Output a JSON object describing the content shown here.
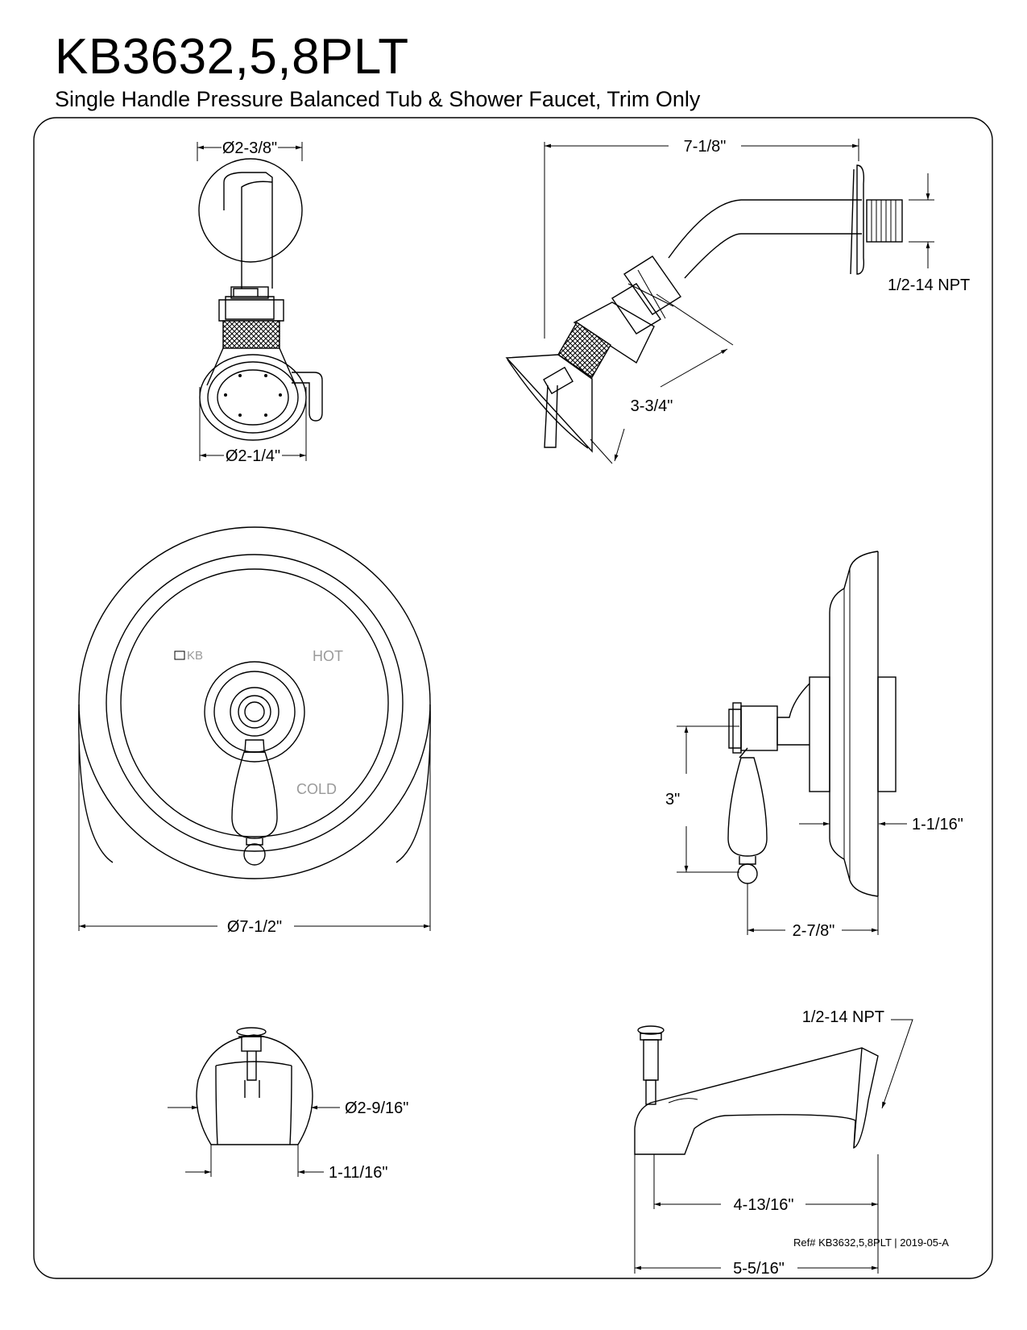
{
  "header": {
    "model": "KB3632,5,8PLT",
    "description": "Single Handle Pressure Balanced Tub & Shower Faucet, Trim Only"
  },
  "dimensions": {
    "showerhead_flange_dia": "Ø2-3/8\"",
    "showerhead_face_dia": "Ø2-1/4\"",
    "shower_arm_length": "7-1/8\"",
    "shower_arm_thread": "1/2-14 NPT",
    "showerhead_length": "3-3/4\"",
    "trim_plate_dia": "Ø7-1/2\"",
    "handle_height": "3\"",
    "plate_depth": "1-1/16\"",
    "handle_projection": "2-7/8\"",
    "spout_thread": "1/2-14 NPT",
    "spout_body_dia": "Ø2-9/16\"",
    "spout_width": "1-11/16\"",
    "spout_reach": "4-13/16\"",
    "spout_length": "5-5/16\""
  },
  "plate_labels": {
    "brand": "KB",
    "hot": "HOT",
    "cold": "COLD"
  },
  "footer": {
    "ref": "Ref# KB3632,5,8PLT | 2019-05-A"
  }
}
